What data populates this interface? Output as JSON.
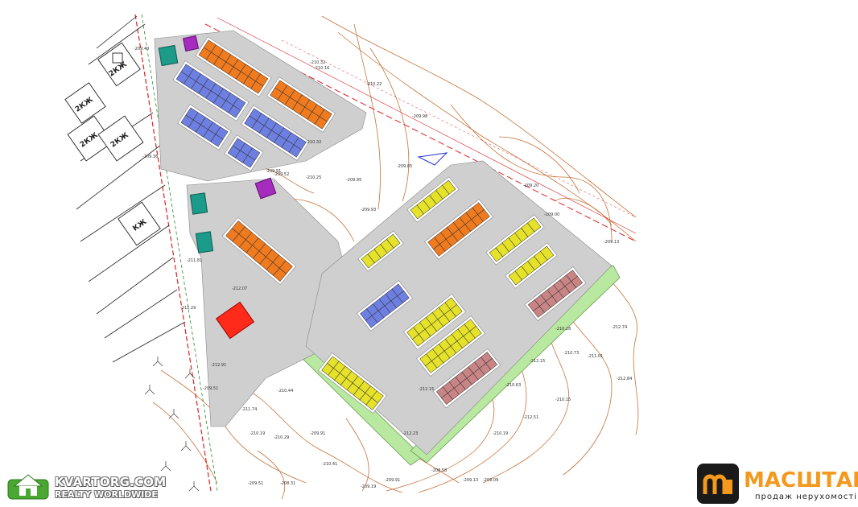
{
  "map": {
    "building_labels": [
      "2КЖ",
      "2КЖ",
      "2КЖ",
      "2КЖ",
      "КЖ"
    ],
    "elevations": [
      "-209.40",
      "-209.36",
      "-210.32",
      "-210.16",
      "-210.22",
      "-209.98",
      "-210.32",
      "-209.91",
      "-209.52",
      "-210.25",
      "-209.95",
      "-209.93",
      "-209.85",
      "-209.20",
      "-209.00",
      "-209.13",
      "-211.81",
      "-212.07",
      "-212.29",
      "-209.51",
      "-212.91",
      "-211.74",
      "-210.44",
      "-210.29",
      "-210.19",
      "-209.91",
      "-212.15",
      "-212.23",
      "-210.41",
      "-209.51",
      "-208.31",
      "-209.19",
      "-209.91",
      "-208.58",
      "-209.13",
      "-210.73",
      "-211.01",
      "-212.15",
      "-212.84",
      "-210.28",
      "-210.63",
      "-212.74",
      "-210.15",
      "-212.51",
      "-210.19",
      "-209.09"
    ],
    "colors": {
      "orange": "#f07a1e",
      "blue": "#6d7fe0",
      "yellow": "#e6e22a",
      "green": "#b9e8a0",
      "pink": "#c98585",
      "teal": "#1c9a8a",
      "purple": "#a62bbf",
      "red": "#ff2a1a",
      "gray": "#cfcfcf",
      "contour": "#c6743c"
    }
  },
  "watermark_left": {
    "title": "KVARTORG.COM",
    "subtitle": "REALTY WORLDWIDE"
  },
  "watermark_right": {
    "brand": "МАСШТАБ",
    "tagline": "продаж нерухомості"
  }
}
